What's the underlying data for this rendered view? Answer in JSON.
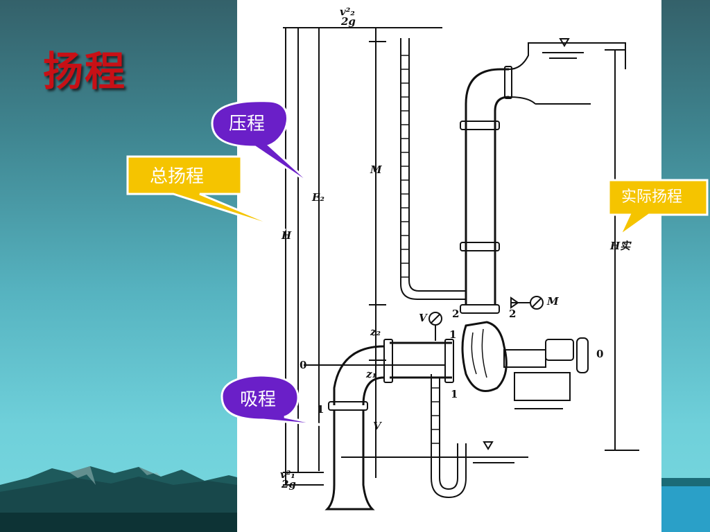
{
  "slide": {
    "title": "扬程",
    "colors": {
      "title": "#c81016",
      "purple_callout": "#6a1fc8",
      "yellow_callout": "#f5c400",
      "background_top": "#34616a",
      "background_bottom": "#78d8df"
    }
  },
  "callouts": {
    "pressure_head": "压程",
    "total_head": "总扬程",
    "actual_head": "实际扬程",
    "suction_head": "吸程"
  },
  "diagram": {
    "labels": {
      "v2_top": "v²₂",
      "twog_top": "2g",
      "v1_bottom": "v²₁",
      "twog_bottom": "2g",
      "E2": "E₂",
      "M_axis": "M",
      "H": "H",
      "H_actual": "H实",
      "z2": "z₂",
      "z1": "z₁",
      "V_axis": "V",
      "zero_left": "0",
      "zero_right": "0",
      "s1": "1",
      "V_gauge": "V",
      "M_gauge": "M",
      "two_left": "2",
      "two_right": "2",
      "one_top": "1",
      "one_bottom": "1",
      "one_left": "1"
    }
  }
}
